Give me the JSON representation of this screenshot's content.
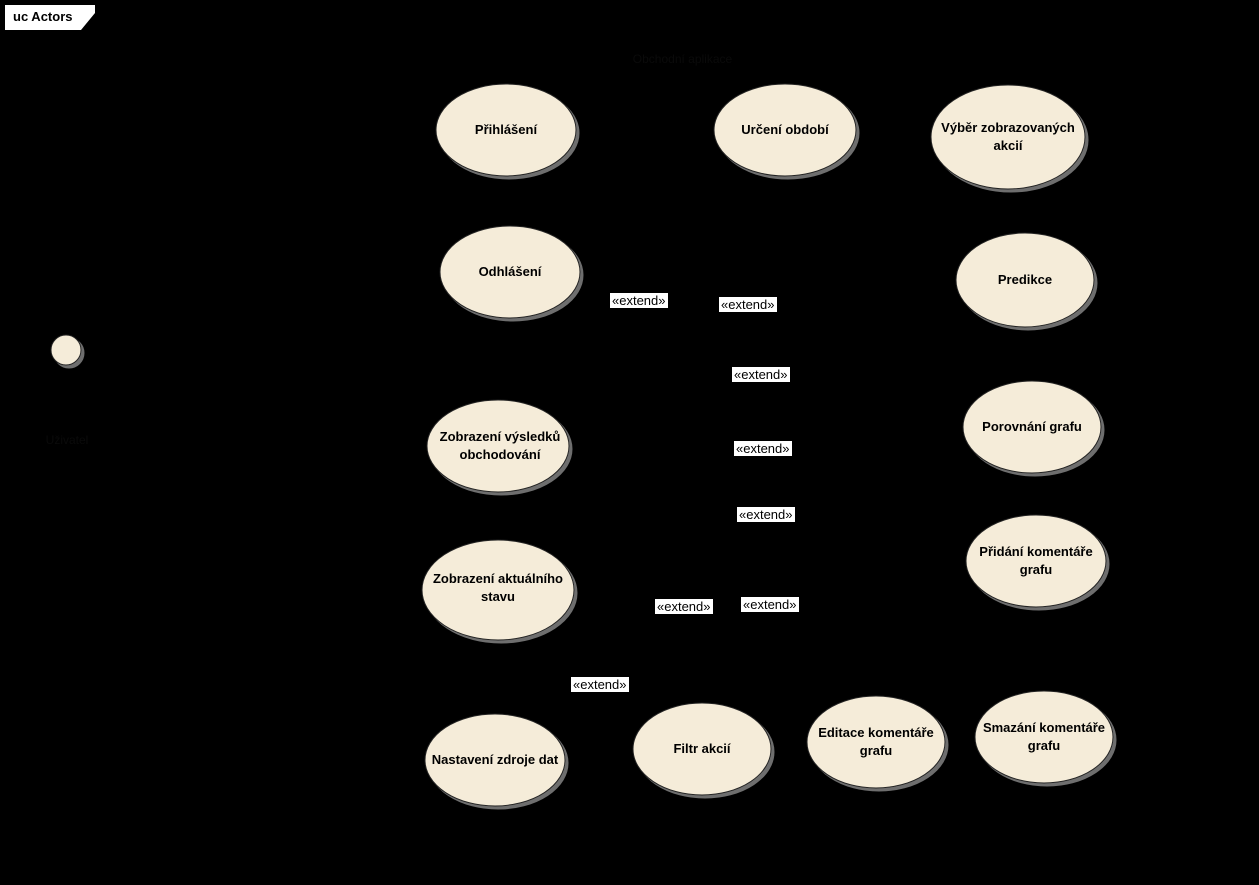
{
  "frame": {
    "label": "uc Actors"
  },
  "system": {
    "title": "Obchodní aplikace"
  },
  "actor": {
    "name": "Uživatel"
  },
  "colors": {
    "background": "#000000",
    "use_case_fill": "#f5ecd9",
    "use_case_shadow": "#6e6e6e",
    "label_bg": "#ffffff"
  },
  "use_cases": {
    "prihlaseni": "Přihlášení",
    "urceni_obdobi": "Určení období",
    "vyber_akci": "Výběr zobrazovaných akcií",
    "odhlaseni": "Odhlášení",
    "predikce": "Predikce",
    "zobrazeni_vysledku": "Zobrazení výsledků obchodování",
    "porovnani_grafu": "Porovnání grafu",
    "zobrazeni_stavu": "Zobrazení aktuálního stavu",
    "pridani_komentare": "Přidání komentáře grafu",
    "nastaveni_zdroje": "Nastavení zdroje dat",
    "filtr_akcii": "Filtr akcií",
    "editace_komentare": "Editace komentáře grafu",
    "smazani_komentare": "Smazání komentáře grafu"
  },
  "extend_labels": [
    "«extend»",
    "«extend»",
    "«extend»",
    "«extend»",
    "«extend»",
    "«extend»",
    "«extend»",
    "«extend»"
  ]
}
